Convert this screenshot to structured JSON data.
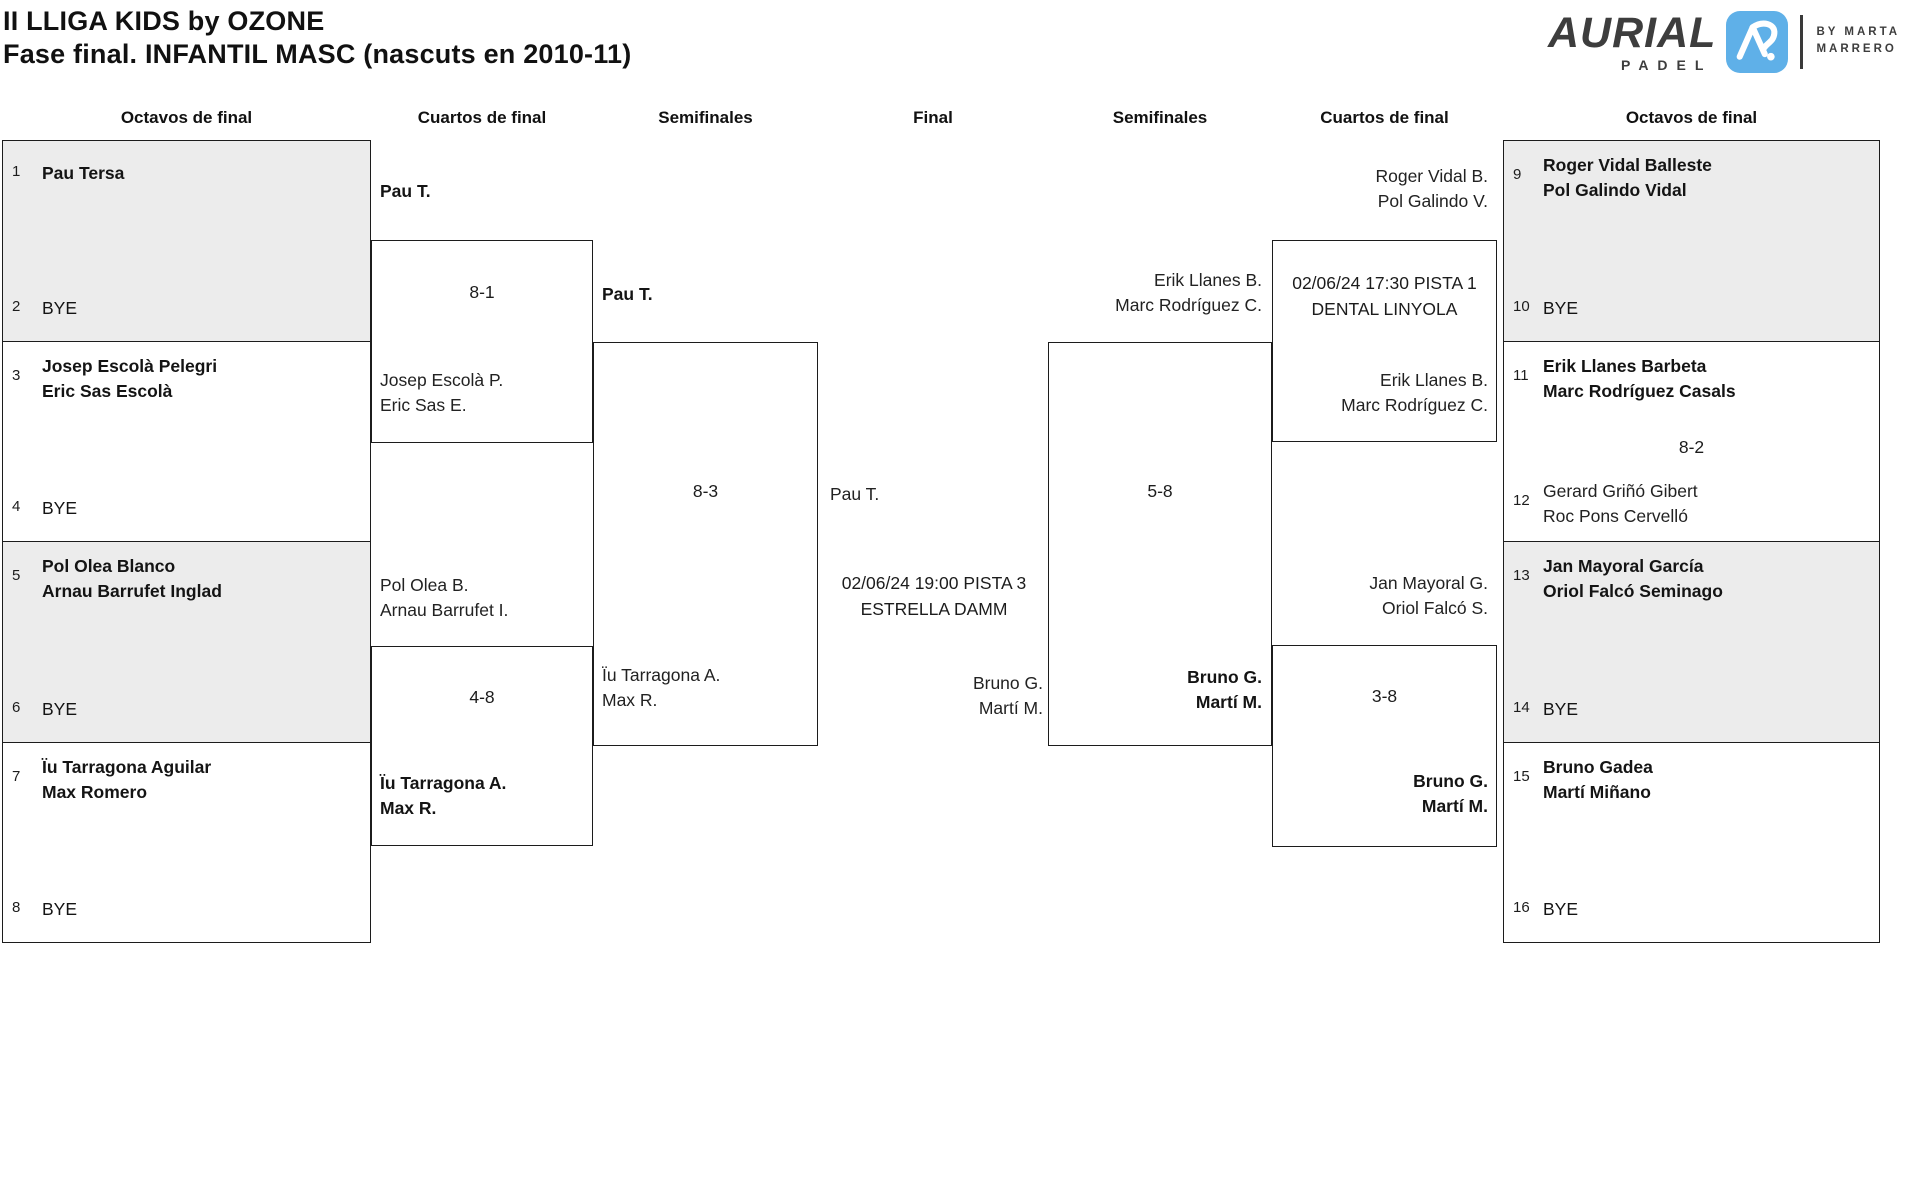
{
  "header": {
    "title_line1": "II LLIGA KIDS by OZONE",
    "title_line2": "Fase final. INFANTIL MASC (nascuts en 2010-11)",
    "logo": {
      "brand": "AURIAL",
      "sub": "PADEL",
      "by_line1": "BY MARTA",
      "by_line2": "MARRERO",
      "accent_color": "#5fb0e8",
      "dark_color": "#3d3d3d"
    }
  },
  "rounds": [
    "Octavos de final",
    "Cuartos de final",
    "Semifinales",
    "Final",
    "Semifinales",
    "Cuartos de final",
    "Octavos de final"
  ],
  "bracket": {
    "oct_l": [
      {
        "seed_a": "1",
        "a1": "Pau Tersa",
        "a2": "",
        "score": "",
        "seed_b": "2",
        "b1": "BYE",
        "b2": ""
      },
      {
        "seed_a": "3",
        "a1": "Josep Escolà Pelegri",
        "a2": "Eric Sas Escolà",
        "score": "",
        "seed_b": "4",
        "b1": "BYE",
        "b2": ""
      },
      {
        "seed_a": "5",
        "a1": "Pol Olea Blanco",
        "a2": "Arnau Barrufet Inglad",
        "score": "",
        "seed_b": "6",
        "b1": "BYE",
        "b2": ""
      },
      {
        "seed_a": "7",
        "a1": "Ïu Tarragona Aguilar",
        "a2": "Max Romero",
        "score": "",
        "seed_b": "8",
        "b1": "BYE",
        "b2": ""
      }
    ],
    "oct_r": [
      {
        "seed_a": "9",
        "a1": "Roger Vidal Balleste",
        "a2": "Pol Galindo Vidal",
        "score": "",
        "seed_b": "10",
        "b1": "BYE",
        "b2": ""
      },
      {
        "seed_a": "11",
        "a1": "Erik Llanes Barbeta",
        "a2": "Marc Rodríguez Casals",
        "score": "8-2",
        "seed_b": "12",
        "b1": "Gerard Griñó Gibert",
        "b2": "Roc Pons Cervelló"
      },
      {
        "seed_a": "13",
        "a1": "Jan Mayoral García",
        "a2": "Oriol Falcó Seminago",
        "score": "",
        "seed_b": "14",
        "b1": "BYE",
        "b2": ""
      },
      {
        "seed_a": "15",
        "a1": "Bruno Gadea",
        "a2": "Martí Miñano",
        "score": "",
        "seed_b": "16",
        "b1": "BYE",
        "b2": ""
      }
    ],
    "qf_l1": {
      "t1": "Pau T.",
      "t2": "",
      "score": "8-1",
      "b1": "Josep Escolà P.",
      "b2": "Eric Sas E."
    },
    "qf_l2": {
      "t1": "Pol Olea B.",
      "t2": "Arnau Barrufet I.",
      "score": "4-8",
      "b1": "Ïu Tarragona A.",
      "b2": "Max R."
    },
    "qf_r1": {
      "t1": "Roger Vidal B.",
      "t2": "Pol Galindo V.",
      "sched1": "02/06/24 17:30 PISTA 1",
      "sched2": "DENTAL LINYOLA",
      "b1": "Erik Llanes B.",
      "b2": "Marc Rodríguez C."
    },
    "qf_r2": {
      "t1": "Jan Mayoral G.",
      "t2": "Oriol Falcó S.",
      "score": "3-8",
      "b1": "Bruno G.",
      "b2": "Martí M."
    },
    "sf_l": {
      "t1": "Pau T.",
      "t2": "",
      "score": "8-3",
      "b1": "Ïu Tarragona A.",
      "b2": "Max R."
    },
    "sf_r": {
      "t1": "Erik Llanes B.",
      "t2": "Marc Rodríguez C.",
      "score": "5-8",
      "b1": "Bruno G.",
      "b2": "Martí M."
    },
    "final": {
      "t1": "Pau T.",
      "sched1": "02/06/24 19:00 PISTA 3",
      "sched2": "ESTRELLA DAMM",
      "b1": "Bruno G.",
      "b2": "Martí M."
    }
  }
}
